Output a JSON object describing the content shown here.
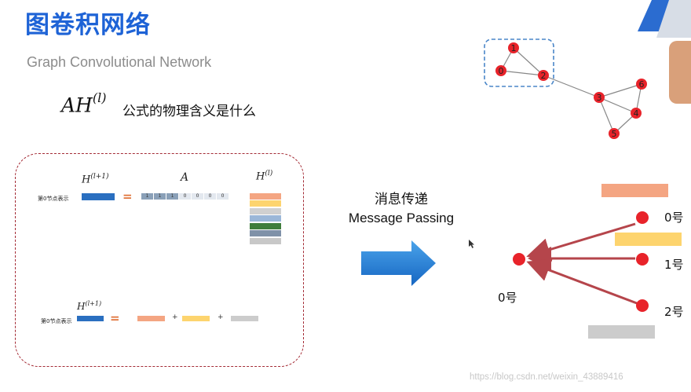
{
  "header": {
    "title": "图卷积网络",
    "subtitle": "Graph Convolutional Network",
    "formula_main": "AH",
    "formula_sup": "(l)",
    "question": "公式的物理含义是什么"
  },
  "matrix_panel": {
    "h_next_label_1": "H",
    "h_next_sup_1": "(l+1)",
    "a_label": "A",
    "h_label": "H",
    "h_sup": "(l)",
    "row_label_1": "第0节点表示",
    "eq_1": "=",
    "a_row": [
      "1",
      "1",
      "1",
      "0",
      "0",
      "0",
      "0"
    ],
    "h_next_label_2": "H",
    "h_next_sup_2": "(l+1)",
    "row_label_2": "第0节点表示",
    "eq_2": "=",
    "plus_1": "+",
    "plus_2": "+"
  },
  "graph": {
    "nodes": [
      "0",
      "1",
      "2",
      "3",
      "4",
      "5",
      "6"
    ]
  },
  "message_passing": {
    "label_cn": "消息传递",
    "label_en": "Message Passing",
    "target_label": "0号",
    "source_labels": [
      "0号",
      "1号",
      "2号"
    ]
  },
  "colors": {
    "accent_blue": "#1e63d6",
    "node_red": "#e8232a",
    "orange": "#f4a582",
    "yellow": "#fdd46e",
    "gray": "#cccccc",
    "arrow_red": "#b5454b"
  },
  "watermark": "https://blog.csdn.net/weixin_43889416"
}
